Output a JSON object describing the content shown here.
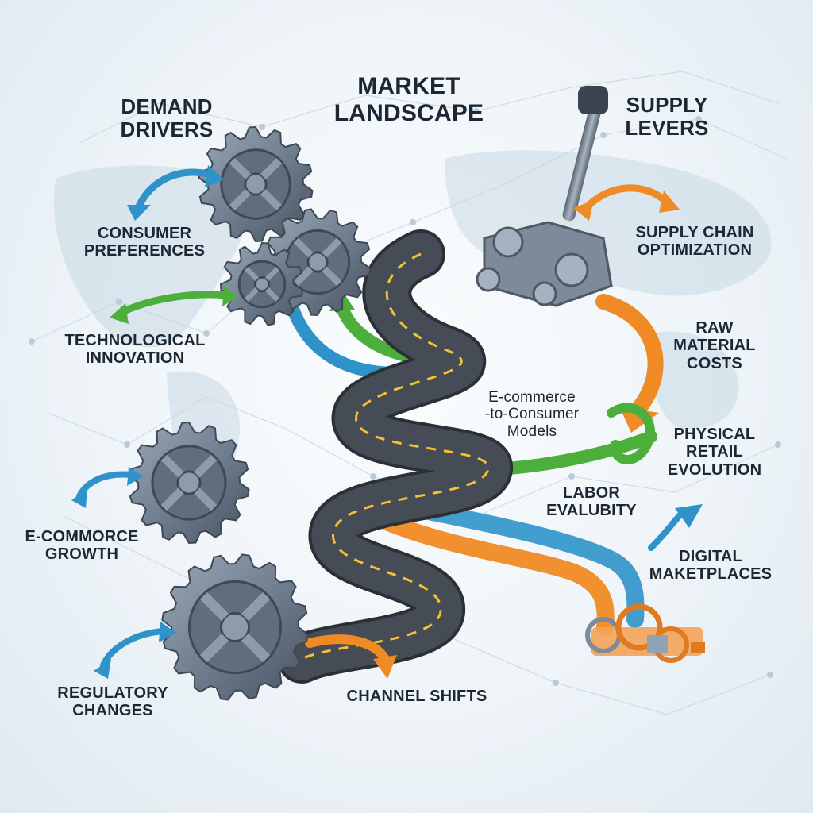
{
  "title": "MARKET\nLANDSCAPE",
  "sections": {
    "demand": "DEMAND\nDRIVERS",
    "supply": "SUPPLY\nLEVERS"
  },
  "labels": {
    "consumer_preferences": "CONSUMER\nPREFERENCES",
    "technological_innovation": "TECHNOLOGICAL\nINNOVATION",
    "ecommorce_growth": "E-COMMORCE\nGROWTH",
    "regulatory_changes": "REGULATORY\nCHANGES",
    "channel_shifts": "CHANNEL SHIFTS",
    "supply_chain_optimization": "SUPPLY CHAIN\nOPTIMIZATION",
    "raw_material_costs": "RAW\nMATERIAL\nCOSTS",
    "ecommerce_to_consumer": "E-commerce\n-to-Consumer\nModels",
    "physical_retail_evolution": "PHYSICAL\nRETAIL\nEVOLUTION",
    "labor_evalubity": "LABOR\nEVALUBITY",
    "digital_maketplaces": "DIGITAL\nMAKETPLACES"
  },
  "colors": {
    "blue_arrow": "#2f93c9",
    "green_arrow": "#4caf3c",
    "orange_arrow": "#f08a24",
    "gear": "#6f7f92",
    "road": "#3e444c",
    "road_dash": "#f2c230"
  }
}
